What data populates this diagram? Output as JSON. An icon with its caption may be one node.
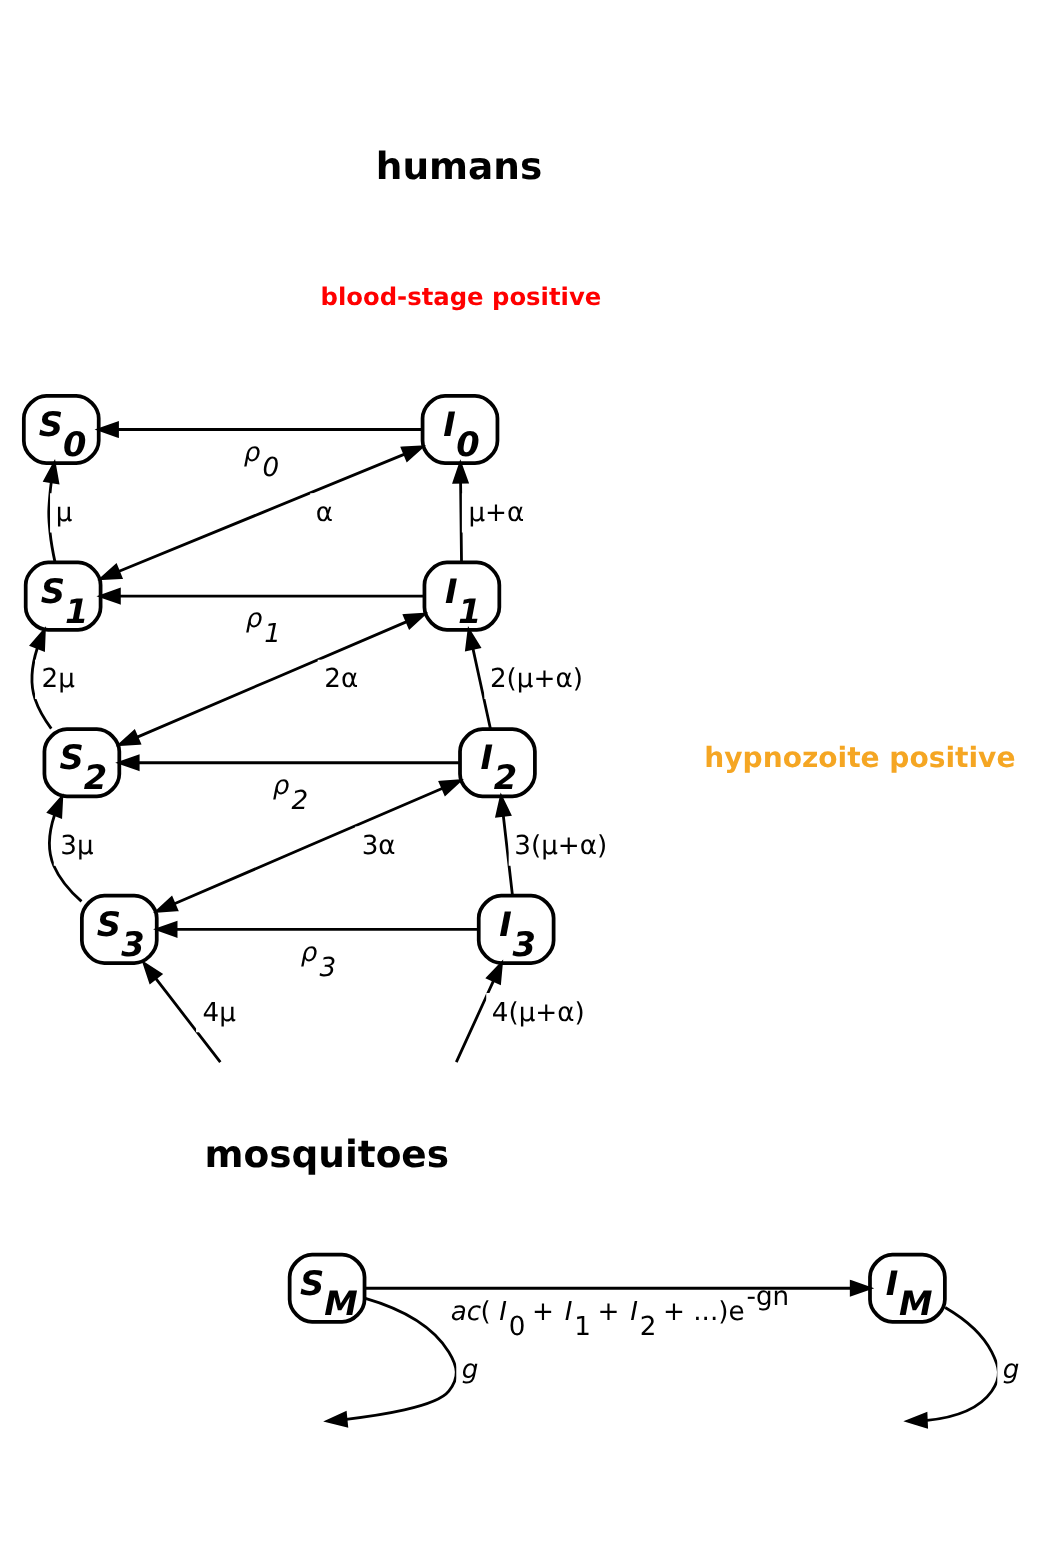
{
  "diagram": {
    "nodes": [
      {
        "text": [
          "S$_{0}$"
        ]
      },
      {
        "text": [
          "I$_{0}$"
        ]
      },
      {
        "text": [
          "S$_{1}$"
        ]
      },
      {
        "text": [
          "I$_{1}$"
        ]
      },
      {
        "text": [
          "S$_{2}$"
        ]
      },
      {
        "text": [
          "I$_{2}$"
        ]
      },
      {
        "text": [
          "S$_{3}$"
        ]
      },
      {
        "text": [
          "I$_{3}$"
        ]
      },
      {
        "text": [
          "S$_{M}$"
        ]
      },
      {
        "text": [
          "I$_{M}$"
        ]
      }
    ],
    "edges": [
      {
        "from": 1,
        "to": 0,
        "arrow": "to",
        "label": "*ρ$_{0}$*"
      },
      {
        "from": 2,
        "to": 0,
        "arrow": "to",
        "label": "μ"
      },
      {
        "from": 2,
        "to": 1,
        "arrow": "both",
        "label": "α"
      },
      {
        "from": 3,
        "to": 2,
        "arrow": "to",
        "label": "*ρ$_{1}$*"
      },
      {
        "from": 3,
        "to": 1,
        "arrow": "to",
        "label": "μ+α"
      },
      {
        "from": 4,
        "to": 2,
        "arrow": "to",
        "label": "2μ"
      },
      {
        "from": 4,
        "to": 3,
        "arrow": "both",
        "label": "2α"
      },
      {
        "from": 5,
        "to": 4,
        "arrow": "to",
        "label": "*ρ$_{2}$*"
      },
      {
        "from": 5,
        "to": 3,
        "arrow": "to",
        "label": "2(μ+α)"
      },
      {
        "from": 6,
        "to": 4,
        "arrow": "to",
        "label": "3μ"
      },
      {
        "from": 6,
        "to": 5,
        "arrow": "both",
        "label": "3α"
      },
      {
        "from": 7,
        "to": 6,
        "arrow": "to",
        "label": "*ρ$_{3}$*"
      },
      {
        "from": 7,
        "to": 5,
        "arrow": "to",
        "label": "3(μ+α)"
      },
      {
        "from": null,
        "to": 6,
        "arrow": "to",
        "label": "4μ"
      },
      {
        "from": null,
        "to": 7,
        "arrow": "to",
        "label": "4(μ+α)"
      },
      {
        "from": 8,
        "to": 9,
        "arrow": "to",
        "label": "*ac*( *I*$_{0}$ + *I*$_{1}$ + *I*$_{2}$ + ...)e$^{-gn}$"
      },
      {
        "from": 8,
        "to": null,
        "arrow": "to",
        "label": "*g*"
      },
      {
        "from": 9,
        "to": null,
        "arrow": "to",
        "label": "*g*"
      }
    ],
    "labels": [
      "humans",
      "blood-stage positive",
      "hypnozoite positive",
      "mosquitoes"
    ]
  }
}
